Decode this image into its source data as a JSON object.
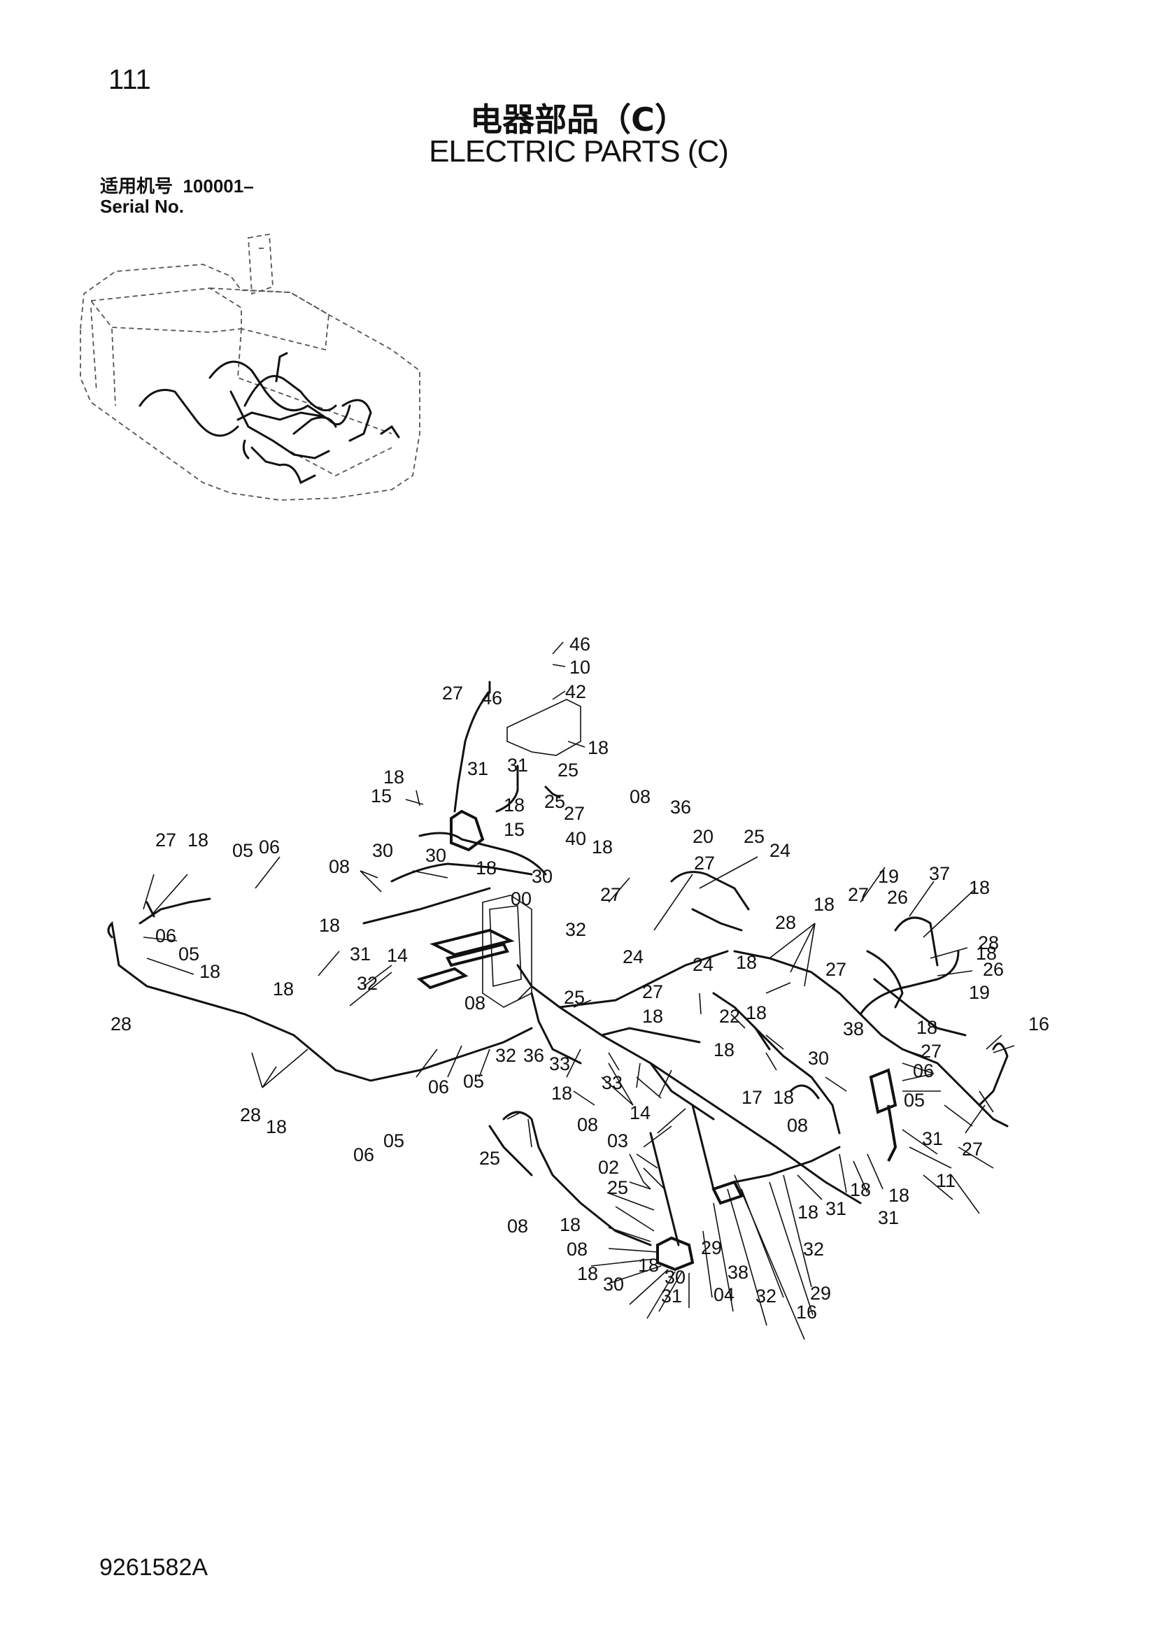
{
  "page": {
    "number": "111",
    "title_cn": "电器部品（C）",
    "title_en": "ELECTRIC PARTS (C)",
    "serial_label_cn": "适用机号",
    "serial_value": "100001–",
    "serial_label_en": "Serial No.",
    "doc_code": "9261582A"
  },
  "callouts": [
    "46",
    "10",
    "27",
    "46",
    "42",
    "18",
    "18",
    "31",
    "31",
    "25",
    "15",
    "18",
    "25",
    "27",
    "15",
    "08",
    "36",
    "27",
    "18",
    "05",
    "06",
    "30",
    "40",
    "18",
    "20",
    "25",
    "24",
    "30",
    "18",
    "08",
    "27",
    "19",
    "37",
    "18",
    "30",
    "00",
    "27",
    "26",
    "18",
    "18",
    "32",
    "27",
    "28",
    "06",
    "28",
    "05",
    "31",
    "14",
    "24",
    "18",
    "24",
    "18",
    "27",
    "26",
    "18",
    "32",
    "25",
    "27",
    "19",
    "18",
    "08",
    "22",
    "18",
    "18",
    "16",
    "28",
    "38",
    "18",
    "27",
    "30",
    "18",
    "32",
    "36",
    "33",
    "06",
    "06",
    "05",
    "33",
    "17",
    "18",
    "05",
    "18",
    "14",
    "08",
    "31",
    "28",
    "18",
    "08",
    "27",
    "06",
    "05",
    "03",
    "25",
    "02",
    "11",
    "25",
    "18",
    "18",
    "31",
    "08",
    "31",
    "18",
    "08",
    "18",
    "32",
    "18",
    "30",
    "18",
    "29",
    "38",
    "30",
    "29",
    "31",
    "04",
    "32",
    "16"
  ]
}
